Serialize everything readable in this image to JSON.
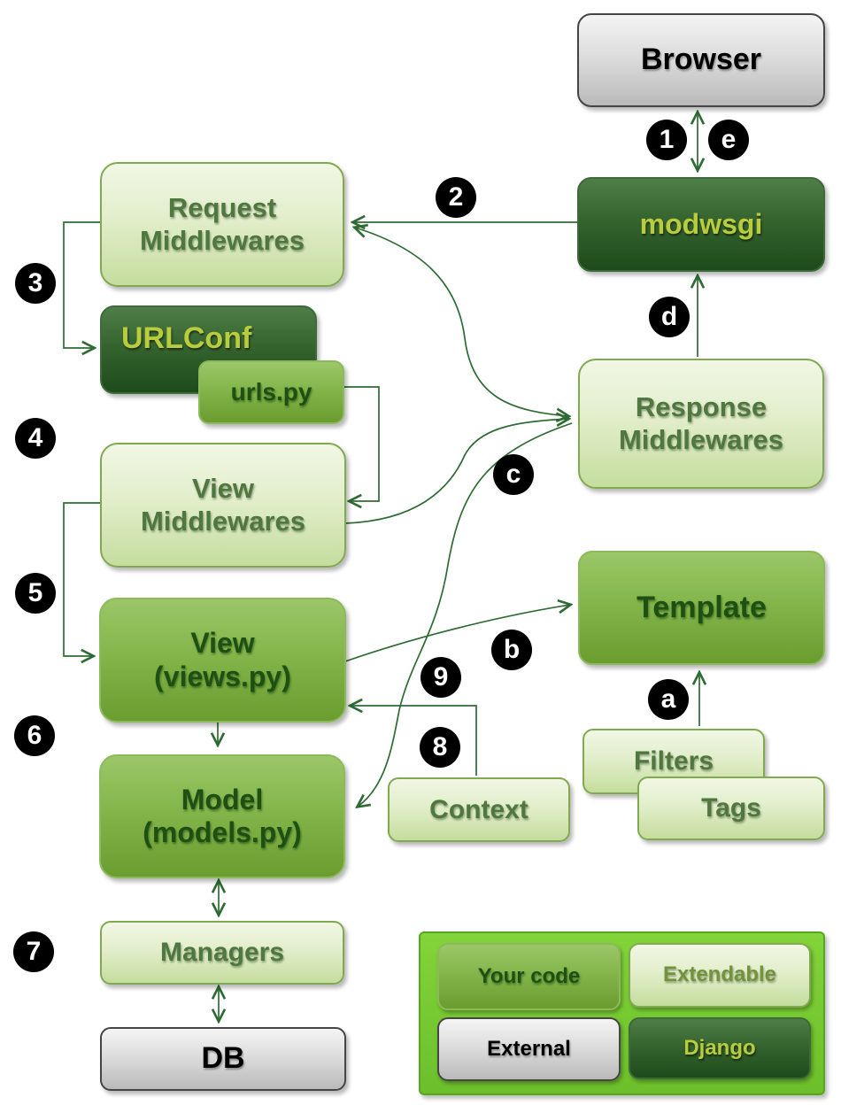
{
  "diagram": {
    "nodes": {
      "browser": {
        "label": "Browser",
        "category": "External"
      },
      "modwsgi": {
        "label": "modwsgi",
        "category": "Django"
      },
      "request_middlewares": {
        "label": "Request\nMiddlewares",
        "category": "Extendable"
      },
      "urlconf": {
        "label": "URLConf",
        "category": "Django"
      },
      "urls_py": {
        "label": "urls.py",
        "category": "Your code"
      },
      "view_middlewares": {
        "label": "View\nMiddlewares",
        "category": "Extendable"
      },
      "view": {
        "label": "View\n(views.py)",
        "category": "Your code"
      },
      "model": {
        "label": "Model\n(models.py)",
        "category": "Your code"
      },
      "managers": {
        "label": "Managers",
        "category": "Extendable"
      },
      "db": {
        "label": "DB",
        "category": "External"
      },
      "response_middlewares": {
        "label": "Response\nMiddlewares",
        "category": "Extendable"
      },
      "template": {
        "label": "Template",
        "category": "Your code"
      },
      "filters": {
        "label": "Filters",
        "category": "Extendable"
      },
      "tags": {
        "label": "Tags",
        "category": "Extendable"
      },
      "context": {
        "label": "Context",
        "category": "Extendable"
      }
    },
    "steps": {
      "s1": "1",
      "s2": "2",
      "s3": "3",
      "s4": "4",
      "s5": "5",
      "s6": "6",
      "s7": "7",
      "s8": "8",
      "s9": "9",
      "sa": "a",
      "sb": "b",
      "sc": "c",
      "sd": "d",
      "se": "e"
    },
    "legend": {
      "your_code": "Your code",
      "extendable": "Extendable",
      "external": "External",
      "django": "Django"
    },
    "colors": {
      "connector": "#2e6b33",
      "badge_background": "#000000",
      "badge_text": "#ffffff",
      "your_code_fill": "#84b54b",
      "extendable_fill": "#e2eecb",
      "django_fill": "#36642f",
      "external_fill": "#dddddd",
      "legend_panel": "#77ca33"
    }
  }
}
